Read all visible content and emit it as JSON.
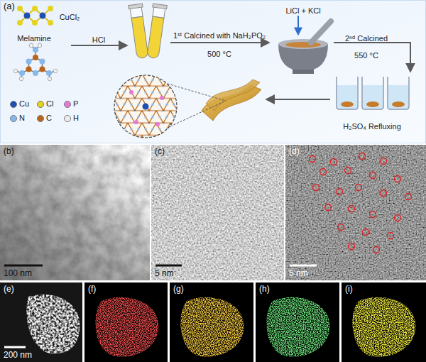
{
  "diagram": {
    "nodes": [
      {
        "text": [
          "(a)"
        ]
      },
      {
        "text": [
          "(b)",
          "100 nm"
        ]
      },
      {
        "text": [
          "(c)",
          "5 nm"
        ]
      },
      {
        "text": [
          "(d)",
          "5 nm"
        ]
      },
      {
        "text": [
          "(e)",
          "200 nm"
        ]
      },
      {
        "text": [
          "(f)"
        ]
      },
      {
        "text": [
          "(g)"
        ]
      },
      {
        "text": [
          "(h)"
        ]
      },
      {
        "text": [
          "(i)"
        ]
      }
    ],
    "labels": [
      "CuCl₂",
      "Melamine",
      "HCl",
      "1ˢᵗ Calcined with NaH₂PO₂",
      "500 °C",
      "LiCl + KCl",
      "2ⁿᵈ Calcined",
      "550 °C",
      "H₂SO₄ Refluxing"
    ],
    "legend": [
      {
        "text": "Cu",
        "color": "#1f4fb4"
      },
      {
        "text": "Cl",
        "color": "#e6d31e"
      },
      {
        "text": "P",
        "color": "#e27ad6"
      },
      {
        "text": "N",
        "color": "#86b8ec"
      },
      {
        "text": "C",
        "color": "#b8651a"
      },
      {
        "text": "H",
        "color": "#ececec"
      }
    ]
  }
}
